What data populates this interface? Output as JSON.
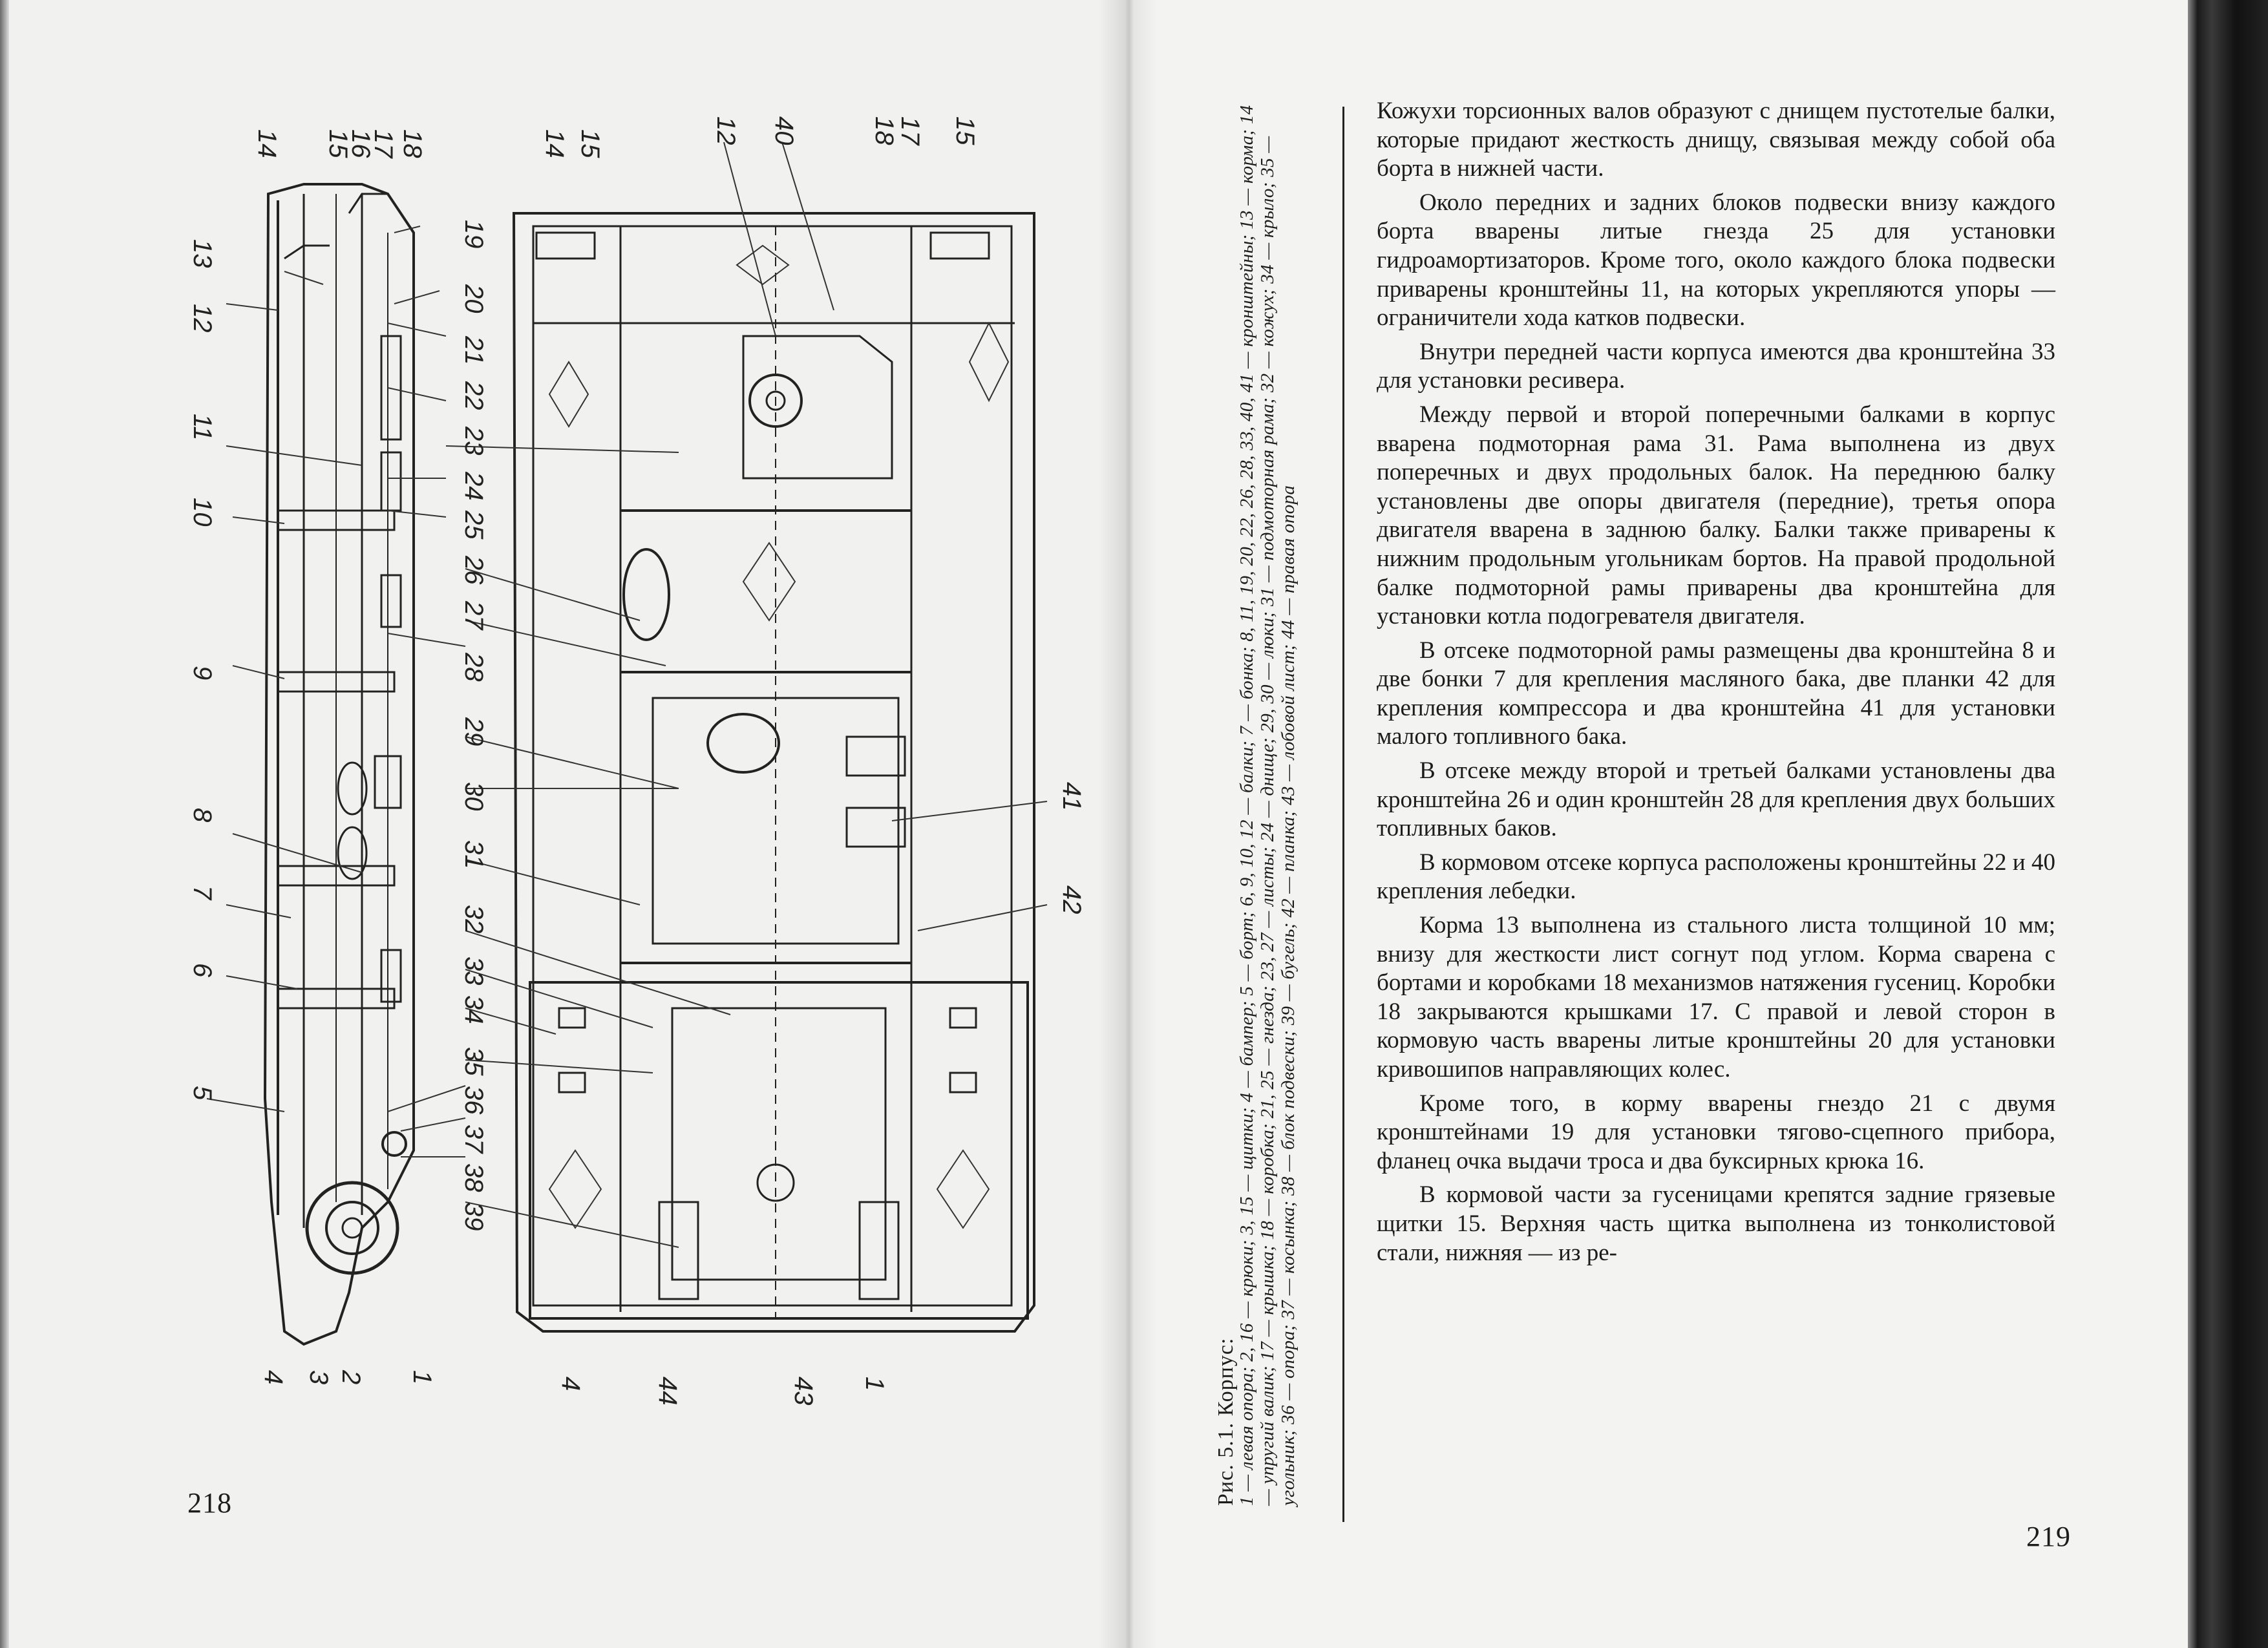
{
  "pages": {
    "left_number": "218",
    "right_number": "219"
  },
  "figure": {
    "caption_title": "Рис. 5.1. Корпус:",
    "caption_legend": "1 — левая опора; 2, 16 — крюки; 3, 15 — щитки; 4 — бампер; 5 — борт; 6, 9, 10, 12 — балки; 7 — бонка; 8, 11, 19, 20, 22, 26, 28, 33, 40, 41 — кронштейны; 13 — корма; 14 — упругий валик; 17 — крышка; 18 — коробка; 21, 25 — гнезда; 23, 27 — листы; 24 — днище; 29, 30 — люки; 31 — подмоторная рама; 32 — кожух; 34 — крыло; 35 — угольник; 36 — опора; 37 — косынка; 38 — блок подвески; 39 — бугель; 42 — планка; 43 — лобовой лист; 44 — правая опора",
    "side_view_callouts": [
      "13",
      "12",
      "11",
      "10",
      "9",
      "8",
      "7",
      "6",
      "5",
      "4",
      "3",
      "2",
      "1",
      "14",
      "15",
      "16",
      "17",
      "18",
      "19",
      "20",
      "21",
      "22",
      "23",
      "24",
      "25",
      "26",
      "27",
      "28",
      "29",
      "30",
      "31",
      "32",
      "33",
      "34",
      "35",
      "36",
      "37",
      "38",
      "39"
    ],
    "plan_view_callouts": [
      "14",
      "15",
      "12",
      "40",
      "18",
      "17",
      "15",
      "41",
      "42",
      "4",
      "44",
      "43",
      "1"
    ]
  },
  "body_text": [
    "Кожухи торсионных валов образуют с днищем пустотелые балки, которые придают жесткость днищу, связывая между собой оба борта в нижней части.",
    "Около передних и задних блоков подвески внизу каждого борта вварены литые гнезда 25 для установки гидроамортизаторов. Кроме того, около каждого блока подвески приварены кронштейны 11, на которых укрепляются упоры — ограничители хода катков подвески.",
    "Внутри передней части корпуса имеются два кронштейна 33 для установки ресивера.",
    "Между первой и второй поперечными балками в корпус вварена подмоторная рама 31. Рама выполнена из двух поперечных и двух продольных балок. На переднюю балку установлены две опоры двигателя (передние), третья опора двигателя вварена в заднюю балку. Балки также приварены к нижним продольным угольникам бортов. На правой продольной балке подмоторной рамы приварены два кронштейна для установки котла подогревателя двигателя.",
    "В отсеке подмоторной рамы размещены два кронштейна 8 и две бонки 7 для крепления масляного бака, две планки 42 для крепления компрессора и два кронштейна 41 для установки малого топливного бака.",
    "В отсеке между второй и третьей балками установлены два кронштейна 26 и один кронштейн 28 для крепления двух больших топливных баков.",
    "В кормовом отсеке корпуса расположены кронштейны 22 и 40 крепления лебедки.",
    "Корма 13 выполнена из стального листа толщиной 10 мм; внизу для жесткости лист согнут под углом. Корма сварена с бортами и коробками 18 механизмов натяжения гусениц. Коробки 18 закрываются крышками 17. С правой и левой сторон в кормовую часть вварены литые кронштейны 20 для установки кривошипов направляющих колес.",
    "Кроме того, в корму вварены гнездо 21 с двумя кронштейнами 19 для установки тягово-сцепного прибора, фланец очка выдачи троса и два буксирных крюка 16.",
    "В кормовой части за гусеницами крепятся задние грязевые щитки 15. Верхняя часть щитка выполнена из тонколистовой стали, нижняя — из ре-"
  ]
}
